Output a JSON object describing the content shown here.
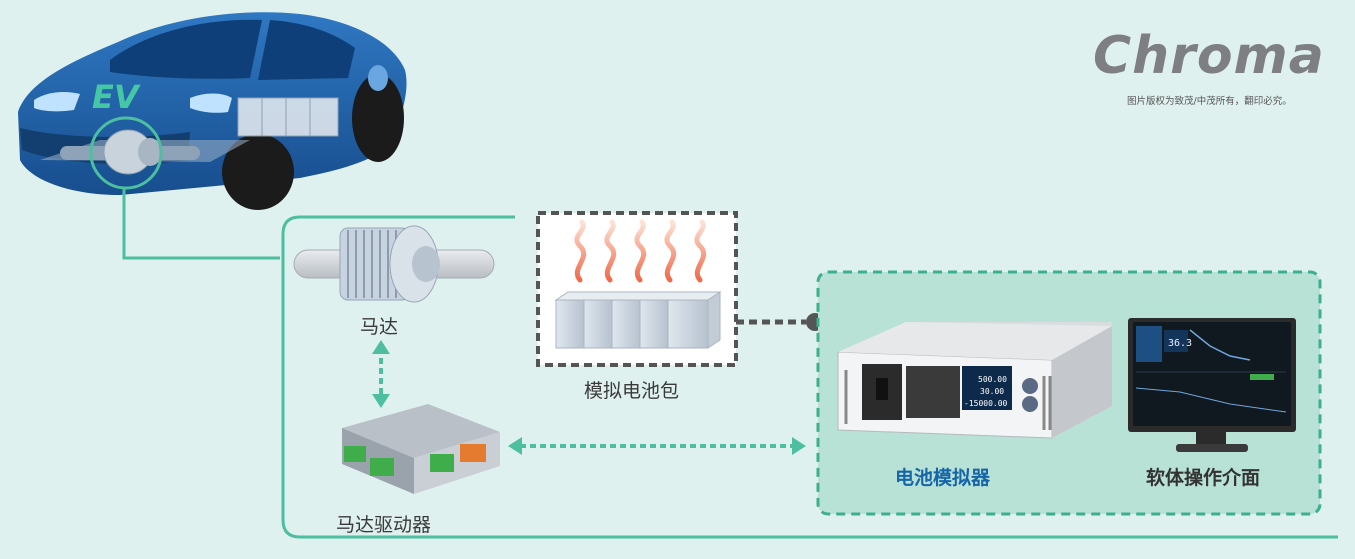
{
  "brand": {
    "logo": "Chroma",
    "copyright": "图片版权为致茂/中茂所有，翻印必究。"
  },
  "car": {
    "badge": "EV"
  },
  "labels": {
    "motor": "马达",
    "motor_driver": "马达驱动器",
    "battery_pack": "模拟电池包",
    "battery_simulator": "电池模拟器",
    "software": "软体操作介面"
  },
  "device_display": {
    "v": "500.00",
    "i": "30.00",
    "p": "-15000.00"
  },
  "software_display": {
    "value": "36.3"
  },
  "colors": {
    "background": "#dff1ef",
    "connector_line": "#4dbfa0",
    "simulator_box_fill": "#b8e2d6",
    "simulator_box_border": "#3cb08e",
    "car_body": "#1f5fa6",
    "label_blue": "#1565a8"
  }
}
